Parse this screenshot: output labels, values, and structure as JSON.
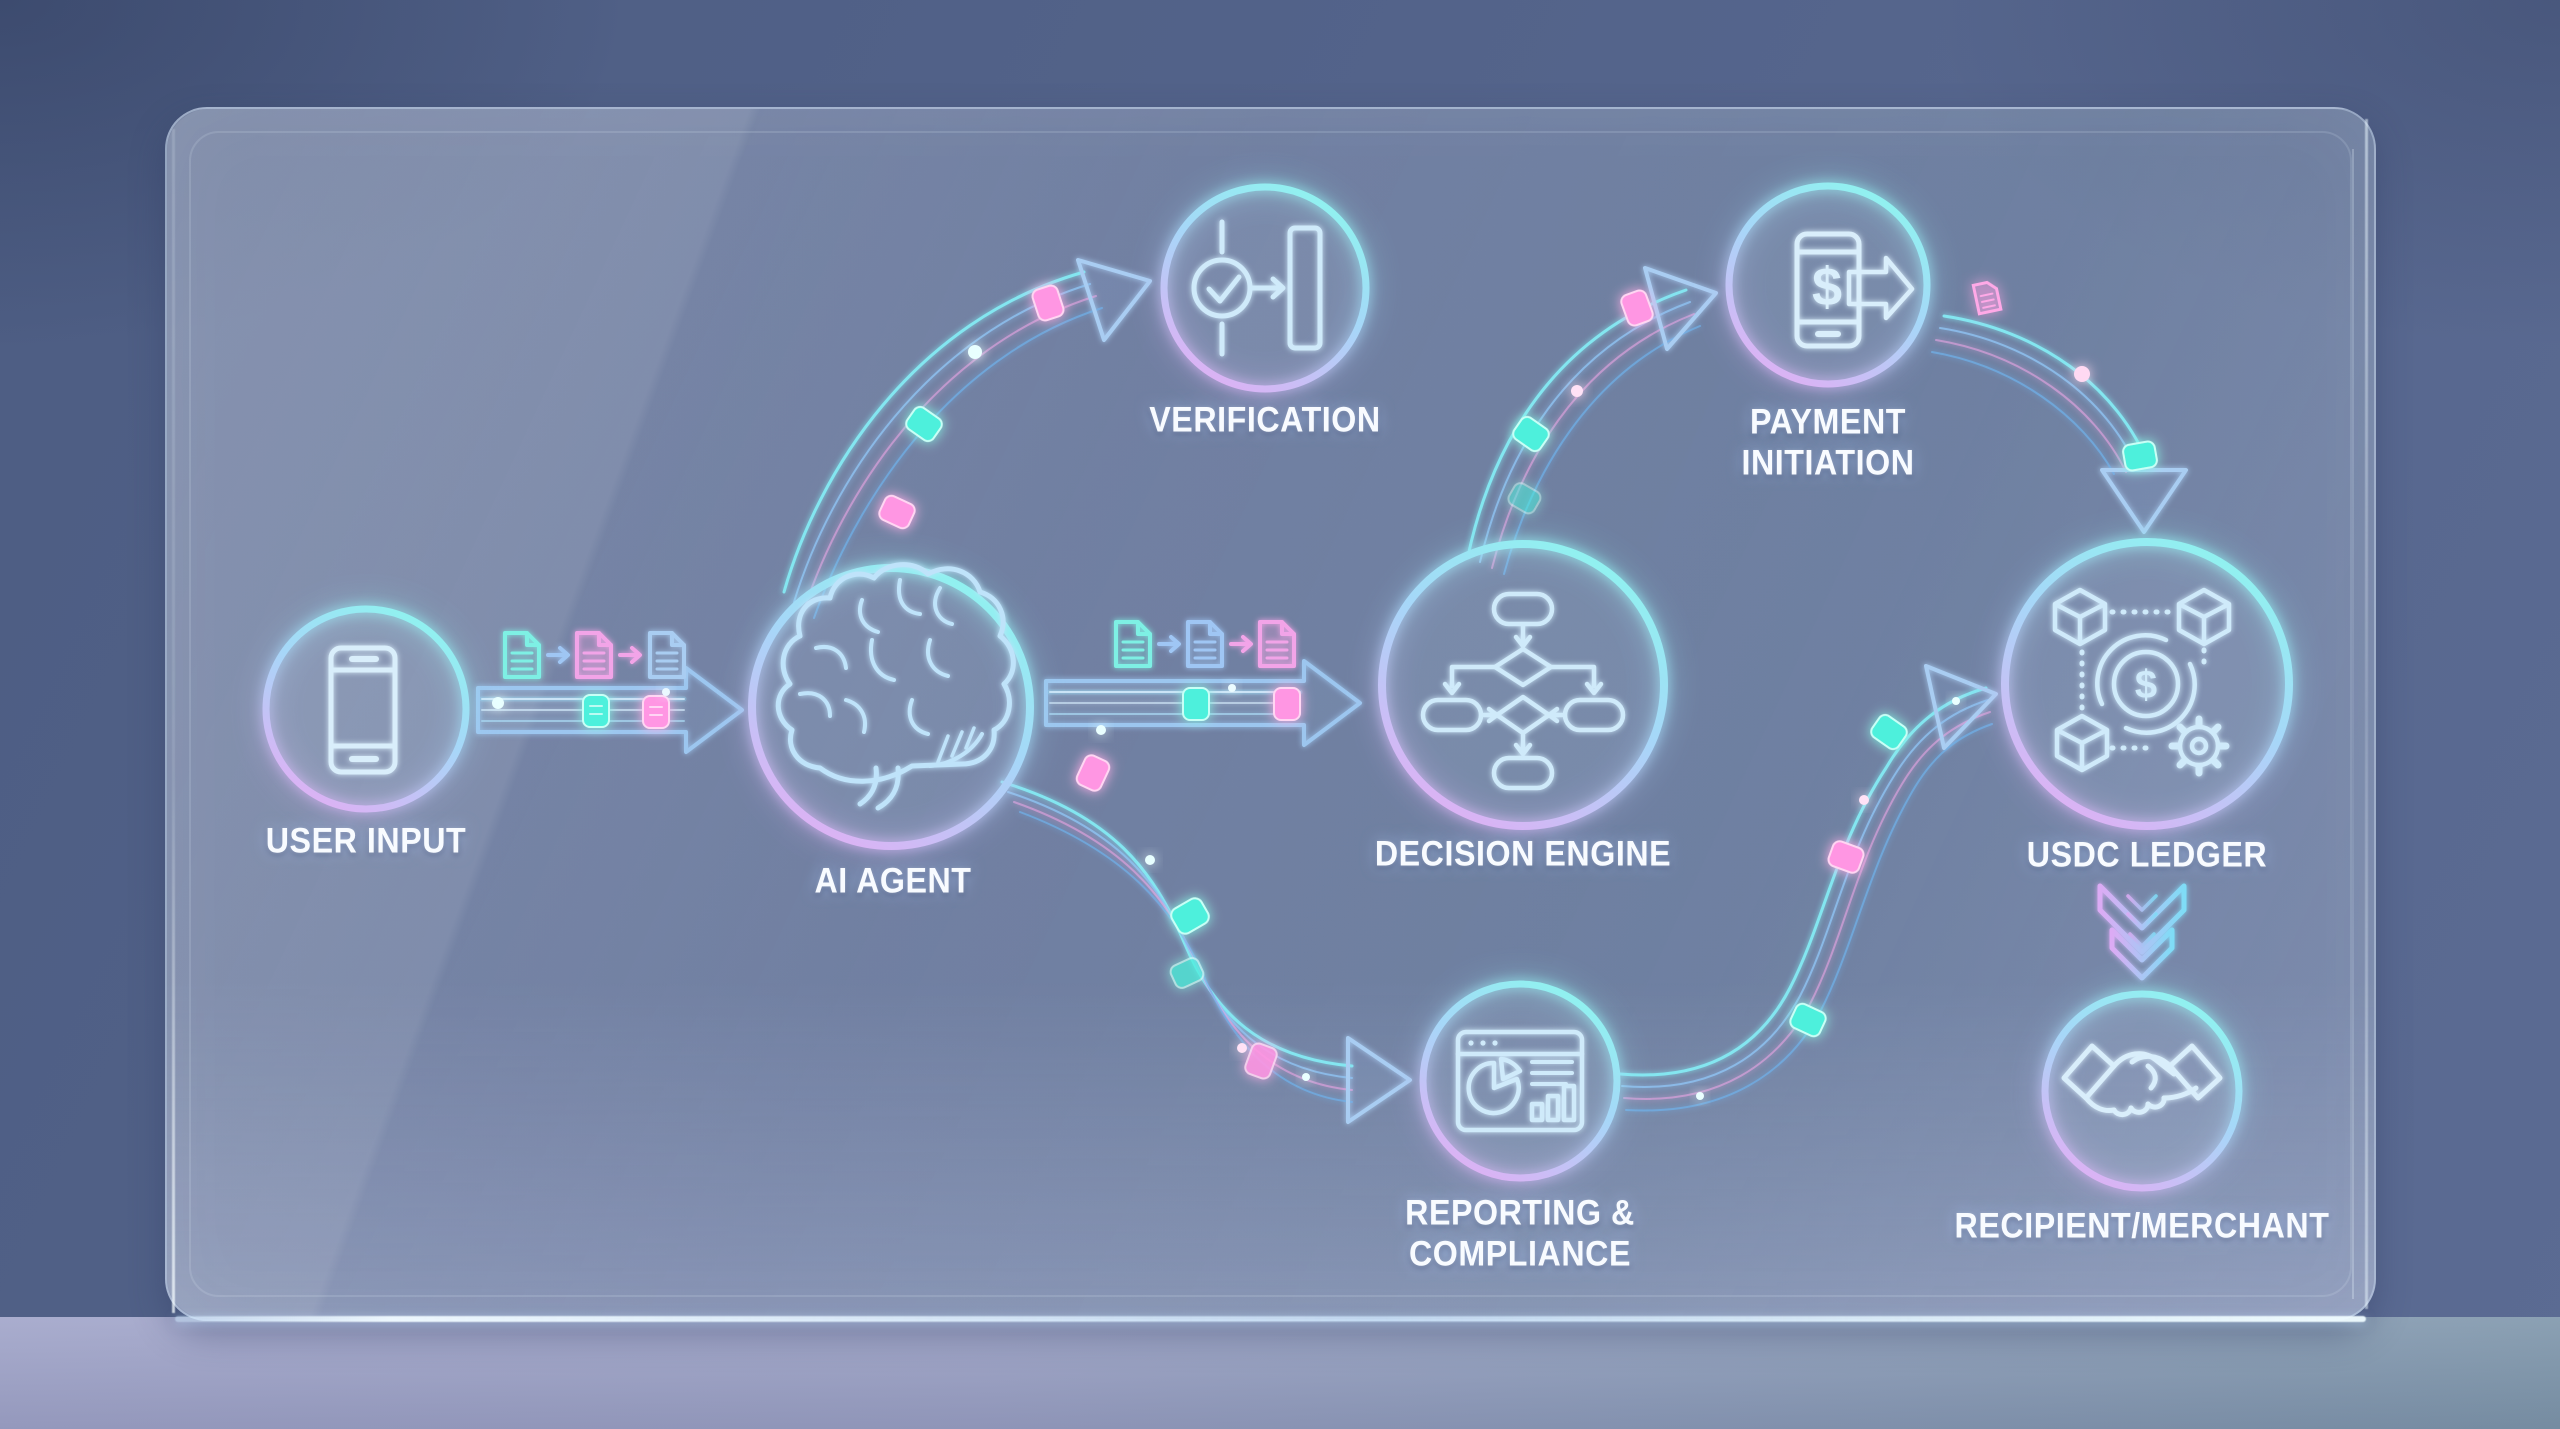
{
  "diagram": {
    "title_present": false,
    "panel": {
      "type": "glass-panel"
    },
    "nodes": [
      {
        "id": "user-input",
        "label": "USER INPUT",
        "icon": "smartphone-icon"
      },
      {
        "id": "ai-agent",
        "label": "AI AGENT",
        "icon": "brain-icon"
      },
      {
        "id": "verification",
        "label": "VERIFICATION",
        "icon": "check-gate-icon"
      },
      {
        "id": "decision-engine",
        "label": "DECISION ENGINE",
        "icon": "flowchart-icon"
      },
      {
        "id": "payment-initiation",
        "label": "PAYMENT\nINITIATION",
        "icon": "phone-dollar-arrow-icon"
      },
      {
        "id": "usdc-ledger",
        "label": "USDC LEDGER",
        "icon": "blockchain-coin-gear-icon"
      },
      {
        "id": "reporting-compliance",
        "label": "REPORTING &\nCOMPLIANCE",
        "icon": "analytics-dashboard-icon"
      },
      {
        "id": "recipient-merchant",
        "label": "RECIPIENT/MERCHANT",
        "icon": "handshake-icon"
      }
    ],
    "flows": [
      {
        "from": "user-input",
        "to": "ai-agent",
        "style": "straight-outline-arrow",
        "decoration": "document-chain",
        "documents": [
          "cyan",
          "pink",
          "blue"
        ],
        "packets": [
          "teal",
          "pink"
        ]
      },
      {
        "from": "ai-agent",
        "to": "verification",
        "style": "curved-outline-arrow",
        "packets": [
          "pink",
          "teal",
          "pink"
        ]
      },
      {
        "from": "ai-agent",
        "to": "decision-engine",
        "style": "straight-outline-arrow",
        "decoration": "document-chain",
        "documents": [
          "cyan",
          "blue",
          "pink"
        ],
        "packets": [
          "teal",
          "pink"
        ]
      },
      {
        "from": "ai-agent",
        "to": "reporting-compliance",
        "style": "s-curve-outline-arrow",
        "packets": [
          "pink",
          "teal",
          "teal",
          "pink"
        ]
      },
      {
        "from": "decision-engine",
        "to": "payment-initiation",
        "style": "curved-outline-arrow",
        "packets": [
          "pink",
          "teal",
          "teal"
        ]
      },
      {
        "from": "payment-initiation",
        "to": "usdc-ledger",
        "style": "curved-outline-arrow",
        "packets": [
          "pink-document",
          "teal"
        ]
      },
      {
        "from": "reporting-compliance",
        "to": "usdc-ledger",
        "style": "s-curve-outline-arrow",
        "packets": [
          "teal",
          "pink",
          "teal"
        ]
      },
      {
        "from": "usdc-ledger",
        "to": "recipient-merchant",
        "style": "double-chevron-down-arrow",
        "packets": []
      }
    ],
    "colors": {
      "background": "#53638a",
      "floor_left": "#a0a4c9",
      "floor_right": "#7e96ab",
      "ring_cyan": "#8ef4ef",
      "ring_violet": "#e0aff4",
      "icon_stroke": "#d9eefb",
      "arrow_stroke": "#9cc6ef",
      "packet_teal": "#4df0dc",
      "packet_pink": "#ff96e3",
      "label_color": "#f8fbff"
    }
  }
}
